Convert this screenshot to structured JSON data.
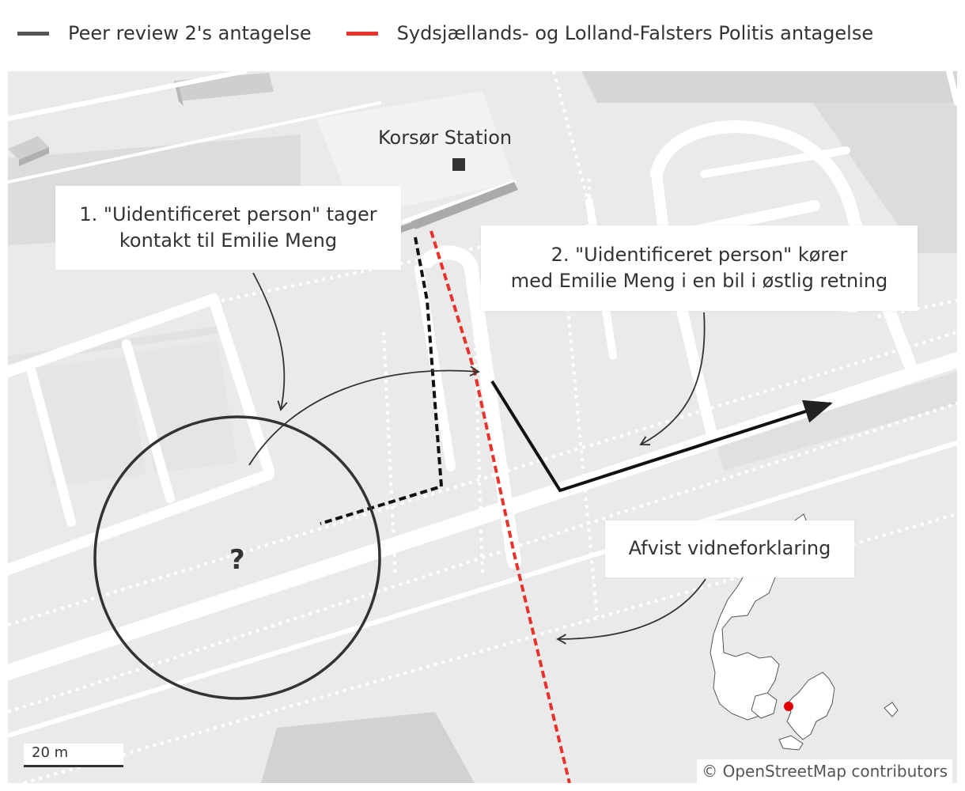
{
  "legend": {
    "items": [
      {
        "label": "Peer review 2's antagelse",
        "color": "#555555"
      },
      {
        "label": "Sydsjællands- og Lolland-Falsters Politis antagelse",
        "color": "#e8322c"
      }
    ]
  },
  "map": {
    "station_label": "Korsør Station",
    "question_mark": "?",
    "annotations": {
      "step1": {
        "line1": "1. \"Uidentificeret person\" tager",
        "line2": "kontakt til Emilie Meng"
      },
      "step2": {
        "line1": "2. \"Uidentificeret person\" kører",
        "line2": "med Emilie Meng i en bil i østlig retning"
      },
      "rejected": {
        "line1": "Afvist vidneforklaring"
      }
    },
    "scale_label": "20 m",
    "credit": "© OpenStreetMap contributors",
    "colors": {
      "background": "#eaeaea",
      "road": "#ffffff",
      "building": "#d6d6d6",
      "police_route": "#e8322c",
      "peer_route": "#111111",
      "inset_marker": "#e00000"
    }
  }
}
